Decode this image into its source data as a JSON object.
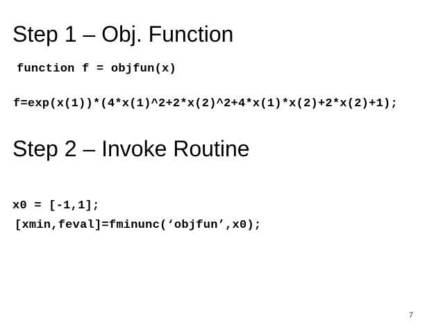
{
  "slide": {
    "page_number": "7",
    "colors": {
      "background": "#ffffff",
      "text": "#000000",
      "page_number": "#333333"
    },
    "section1": {
      "heading": "Step 1 – Obj. Function",
      "code_line1": "function f = objfun(x)",
      "code_line2": "f=exp(x(1))*(4*x(1)^2+2*x(2)^2+4*x(1)*x(2)+2*x(2)+1);"
    },
    "section2": {
      "heading": "Step 2 – Invoke Routine",
      "code_line1": "x0 = [-1,1];",
      "code_line2": "[xmin,feval]=fminunc(‘objfun’,x0);"
    }
  }
}
